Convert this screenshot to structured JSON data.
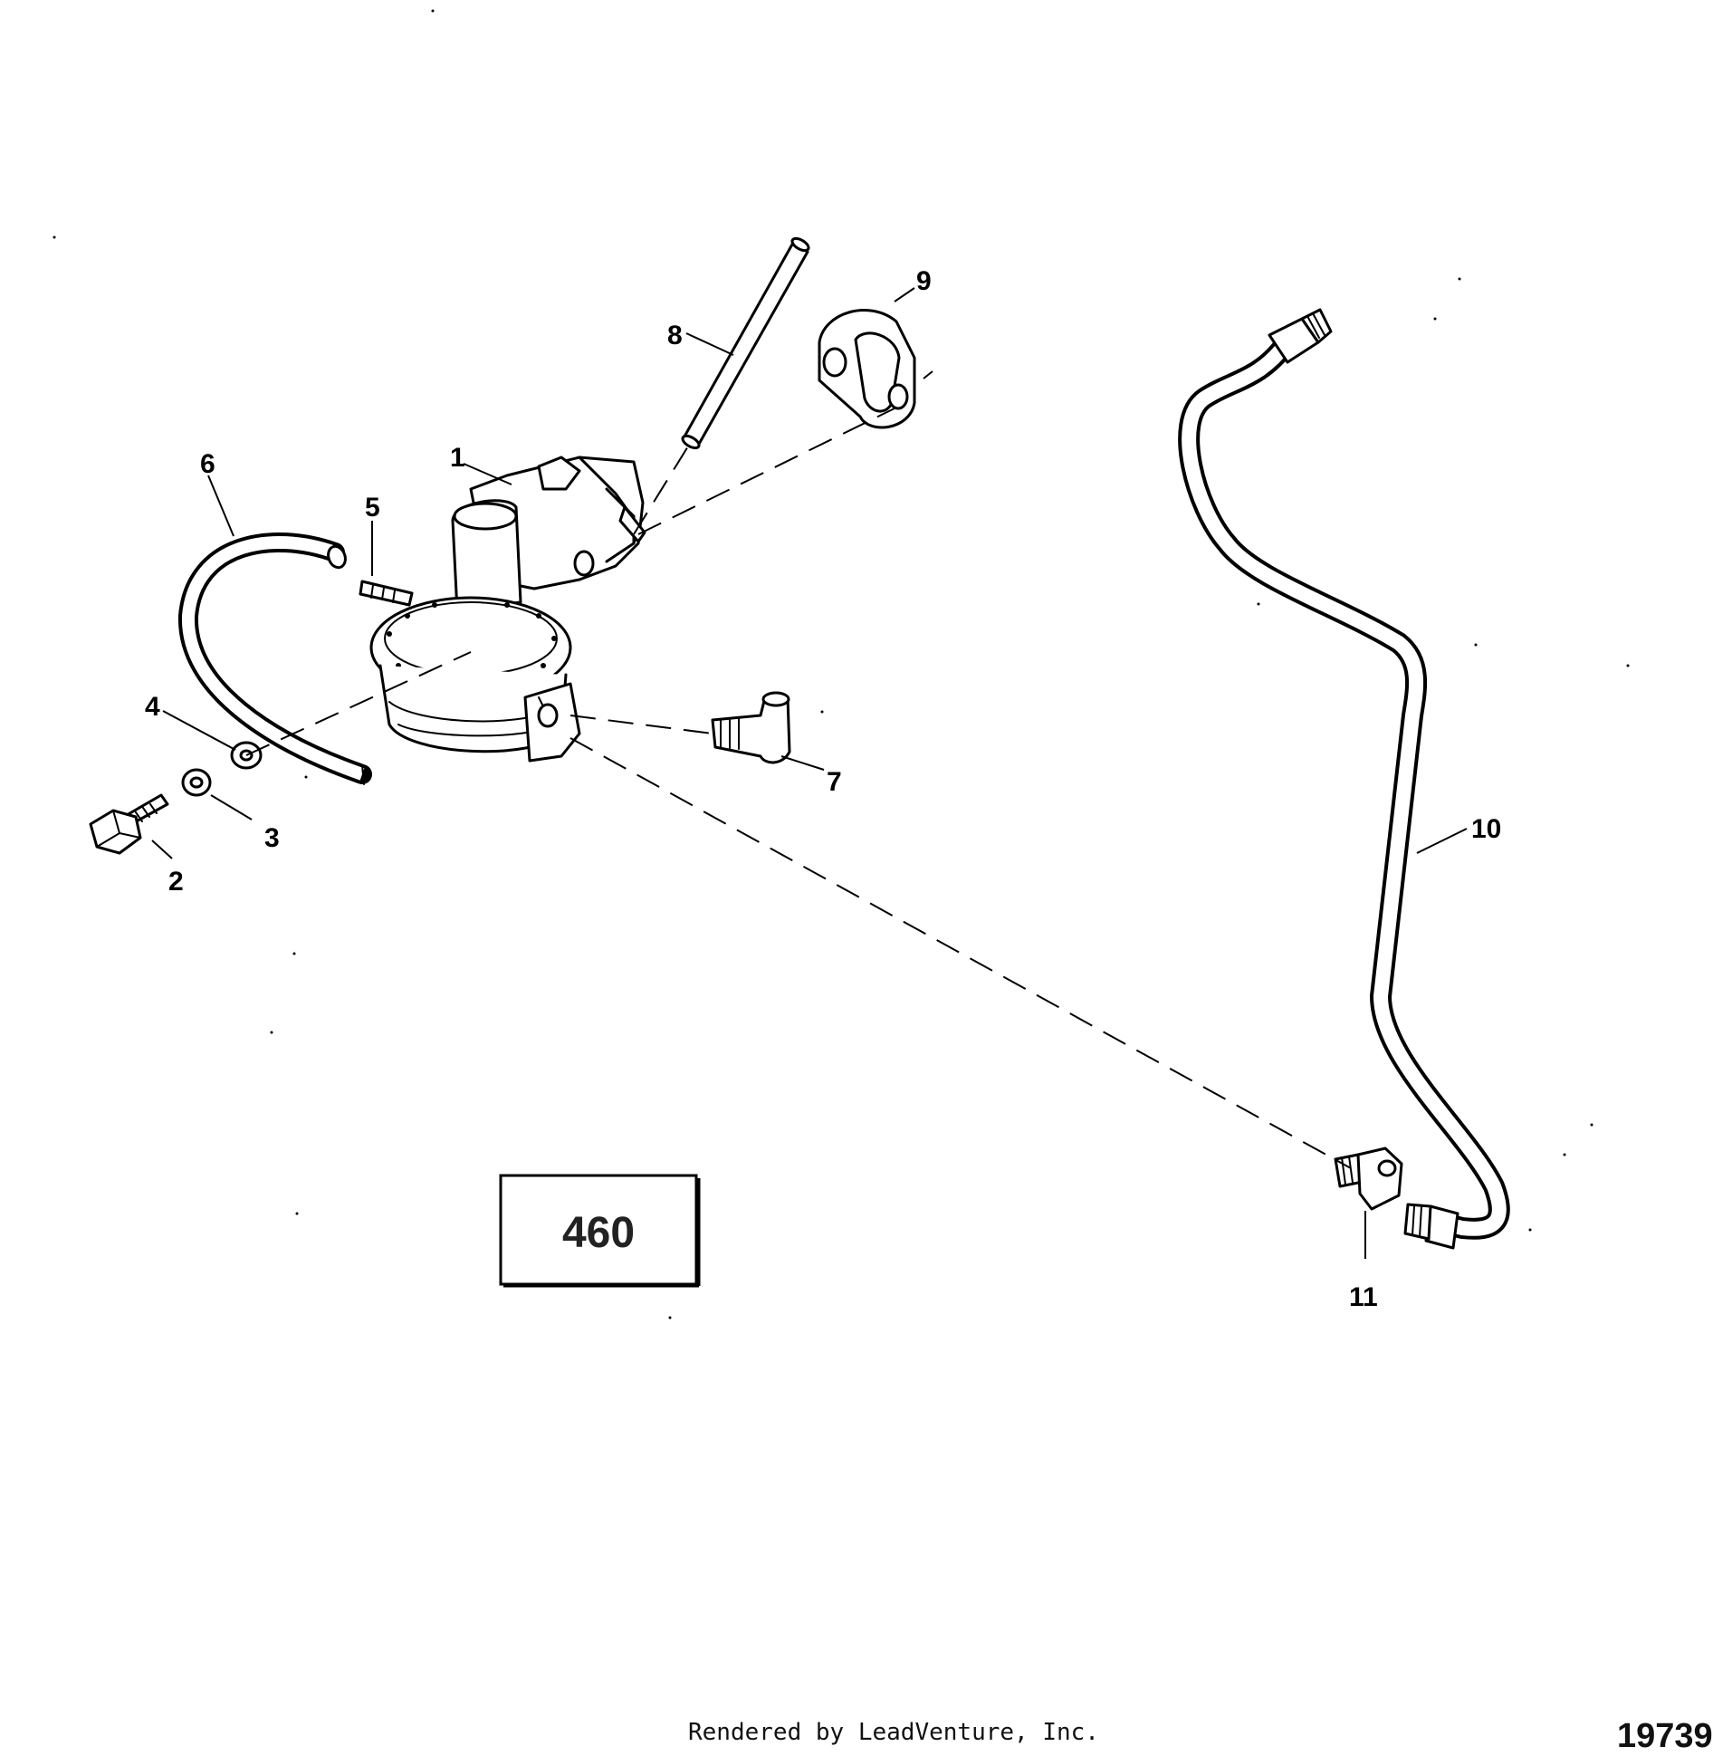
{
  "callouts": [
    {
      "id": "1",
      "text": "1"
    },
    {
      "id": "2",
      "text": "2"
    },
    {
      "id": "3",
      "text": "3"
    },
    {
      "id": "4",
      "text": "4"
    },
    {
      "id": "5",
      "text": "5"
    },
    {
      "id": "6",
      "text": "6"
    },
    {
      "id": "7",
      "text": "7"
    },
    {
      "id": "8",
      "text": "8"
    },
    {
      "id": "9",
      "text": "9"
    },
    {
      "id": "10",
      "text": "10"
    },
    {
      "id": "11",
      "text": "11"
    }
  ],
  "engine_box": {
    "label": "460"
  },
  "footer": {
    "credit": "Rendered by LeadVenture, Inc.",
    "sheet_number": "19739"
  }
}
